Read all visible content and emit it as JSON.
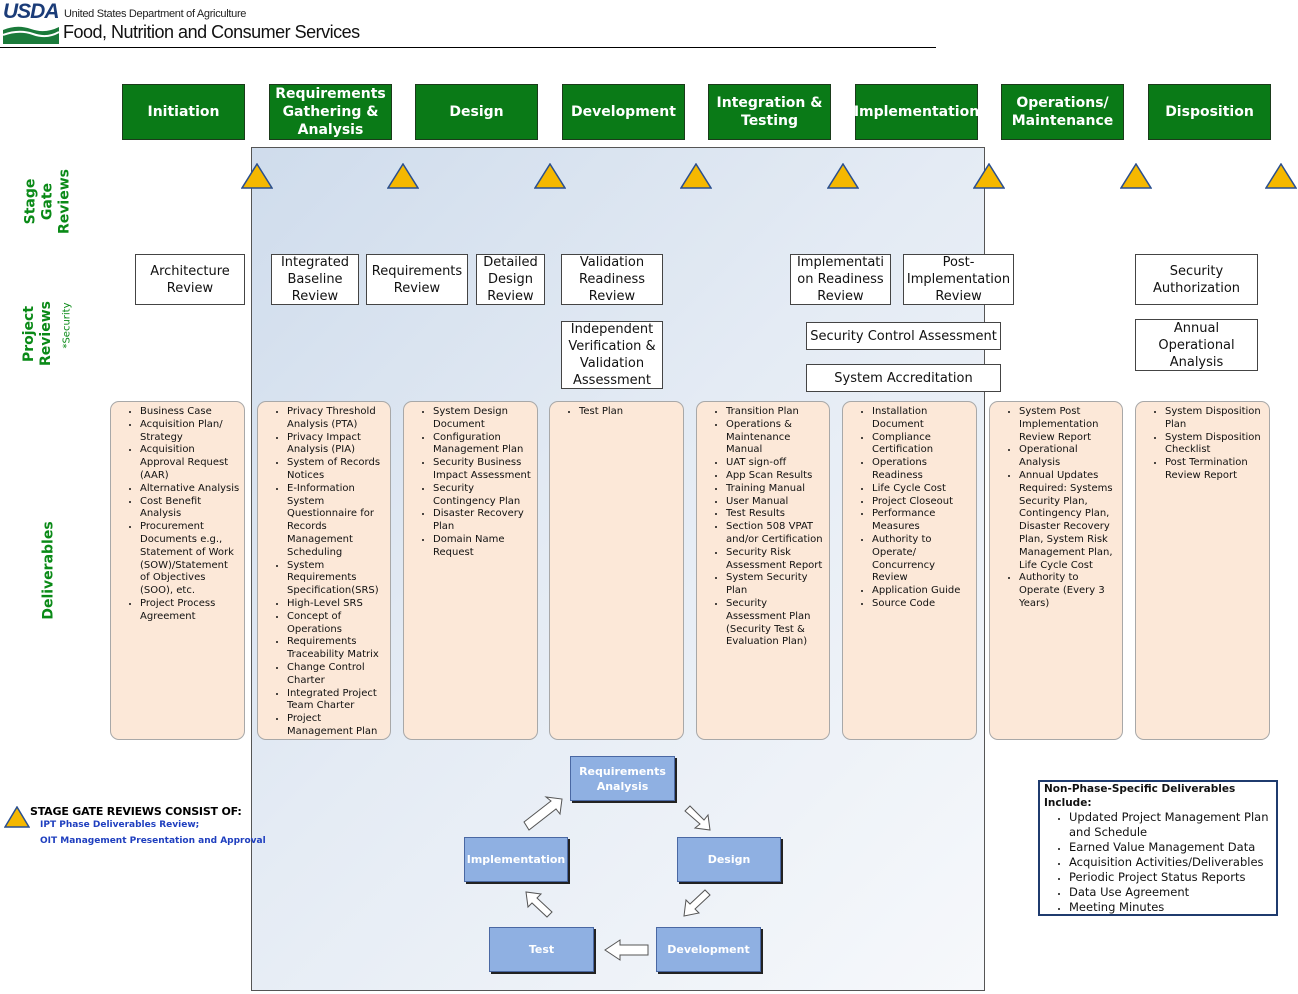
{
  "header": {
    "logo_text": "USDA",
    "department": "United States Department of Agriculture",
    "agency": "Food, Nutrition and Consumer Services"
  },
  "row_labels": {
    "stage_gate": "Stage Gate Reviews",
    "project_reviews": "Project Reviews",
    "security_note": "*Security",
    "deliverables": "Deliverables"
  },
  "phases": [
    {
      "label": "Initiation"
    },
    {
      "label": "Requirements Gathering & Analysis"
    },
    {
      "label": "Design"
    },
    {
      "label": "Development"
    },
    {
      "label": "Integration & Testing"
    },
    {
      "label": "Implementation"
    },
    {
      "label": "Operations/ Maintenance"
    },
    {
      "label": "Disposition"
    }
  ],
  "colors": {
    "phase_green": "#0a7a17",
    "gate_triangle": "#f5b800",
    "deliverable_fill": "#fce8d8",
    "cycle_blue": "#8fb0e2",
    "legend_blue": "#1f3fbf"
  },
  "reviews": {
    "architecture": "Architecture Review",
    "integrated_baseline": "Integrated Baseline Review",
    "requirements": "Requirements Review",
    "detailed_design": "Detailed Design Review",
    "validation_readiness": "Validation Readiness Review",
    "implementation_readiness": "Implementati on Readiness Review",
    "post_implementation": "Post-Implementation Review",
    "security_authorization": "Security Authorization",
    "ivv": "Independent Verification & Validation Assessment",
    "security_control": "Security Control Assessment",
    "system_accreditation": "System Accreditation",
    "annual_operational": "Annual Operational Analysis"
  },
  "deliverables": [
    {
      "items": [
        "Business Case",
        "Acquisition Plan/ Strategy",
        "Acquisition Approval Request (AAR)",
        "Alternative Analysis",
        "Cost Benefit Analysis",
        "Procurement Documents e.g., Statement of Work (SOW)/Statement of Objectives (SOO), etc.",
        "Project Process Agreement"
      ]
    },
    {
      "items": [
        "Privacy Threshold Analysis (PTA)",
        "Privacy Impact Analysis (PIA)",
        "System of Records Notices",
        "E-Information System Questionnaire for Records Management Scheduling",
        "System Requirements Specification(SRS)",
        "High-Level SRS",
        "Concept of Operations",
        "Requirements Traceability Matrix",
        "Change Control Charter",
        "Integrated Project Team Charter",
        "Project Management Plan"
      ]
    },
    {
      "items": [
        "System Design Document",
        "Configuration Management Plan",
        "Security Business Impact Assessment",
        "Security Contingency Plan",
        "Disaster Recovery Plan",
        "Domain Name Request"
      ]
    },
    {
      "items": [
        "Test Plan"
      ]
    },
    {
      "items": [
        "Transition Plan",
        "Operations & Maintenance Manual",
        "UAT sign-off",
        "App Scan Results",
        "Training Manual",
        "User Manual",
        "Test Results",
        "Section 508 VPAT and/or Certification",
        "Security Risk Assessment Report",
        "System Security Plan",
        "Security Assessment Plan (Security Test & Evaluation Plan)"
      ]
    },
    {
      "items": [
        "Installation Document",
        "Compliance Certification",
        "Operations Readiness",
        "Life Cycle Cost",
        "Project Closeout",
        "Performance Measures",
        "Authority to Operate/ Concurrency Review",
        "Application Guide",
        "Source Code"
      ]
    },
    {
      "items": [
        "System Post Implementation Review Report",
        "Operational Analysis",
        "Annual Updates Required: Systems Security Plan, Contingency Plan, Disaster Recovery Plan, System Risk Management Plan, Life Cycle Cost",
        "Authority to Operate (Every 3 Years)"
      ]
    },
    {
      "items": [
        "System Disposition Plan",
        "System Disposition Checklist",
        "Post Termination Review Report"
      ]
    }
  ],
  "legend": {
    "title": "STAGE GATE REVIEWS CONSIST OF:",
    "line1": "IPT Phase Deliverables Review;",
    "line2": "OIT Management Presentation and Approval"
  },
  "cycle": {
    "requirements": "Requirements Analysis",
    "design": "Design",
    "development": "Development",
    "test": "Test",
    "implementation": "Implementation"
  },
  "non_phase": {
    "title": "Non-Phase-Specific Deliverables Include:",
    "items": [
      "Updated Project Management Plan and Schedule",
      "Earned Value Management Data",
      "Acquisition Activities/Deliverables",
      "Periodic Project Status Reports",
      "Data Use Agreement",
      "Meeting Minutes"
    ]
  }
}
